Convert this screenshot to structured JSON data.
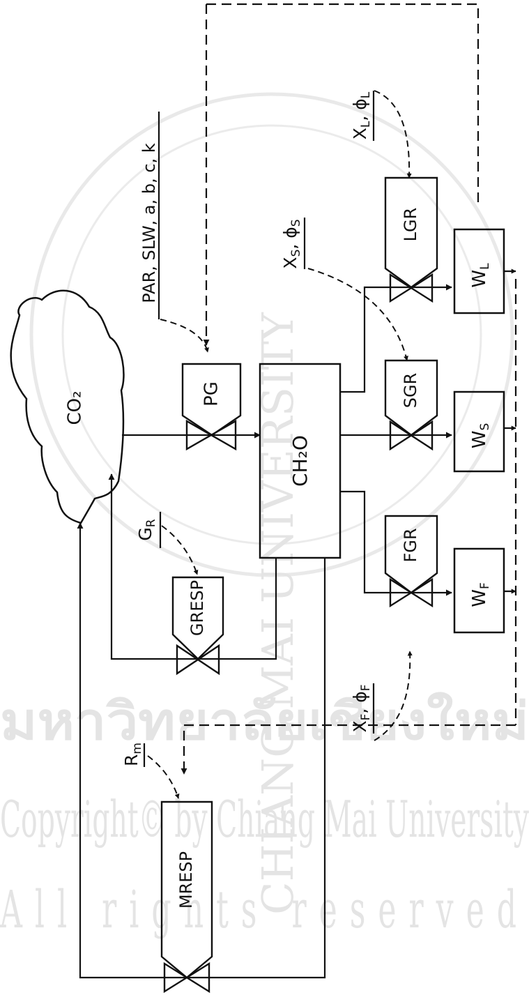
{
  "diagram": {
    "nodes": {
      "co2": "CO₂",
      "ch2o": "CH₂O",
      "pg": "PG",
      "gresp": "GRESP",
      "mresp": "MRESP",
      "fgr": "FGR",
      "sgr": "SGR",
      "lgr": "LGR",
      "wf": "W",
      "wf_sub": "F",
      "ws": "W",
      "ws_sub": "S",
      "wl": "W",
      "wl_sub": "L"
    },
    "drivers": {
      "pg_inputs": "PAR, SLW, a, b, c, k",
      "gr": "G",
      "gr_sub": "R",
      "rm": "R",
      "rm_sub": "m",
      "xf": "X",
      "xf_sub": "F",
      "phif": ", ϕ",
      "phif_sub": "F",
      "xs": "X",
      "xs_sub": "S",
      "phis": ", ϕ",
      "phis_sub": "S",
      "xl": "X",
      "xl_sub": "L",
      "phil": ", ϕ",
      "phil_sub": "L"
    },
    "watermark": {
      "thai": "มหาวิทยาลัยเชียงใหม่",
      "copyright": "Copyright© by Chiang Mai University",
      "rights": "All rights reserved",
      "university": "CHIANG MAI UNIVERSITY"
    }
  }
}
